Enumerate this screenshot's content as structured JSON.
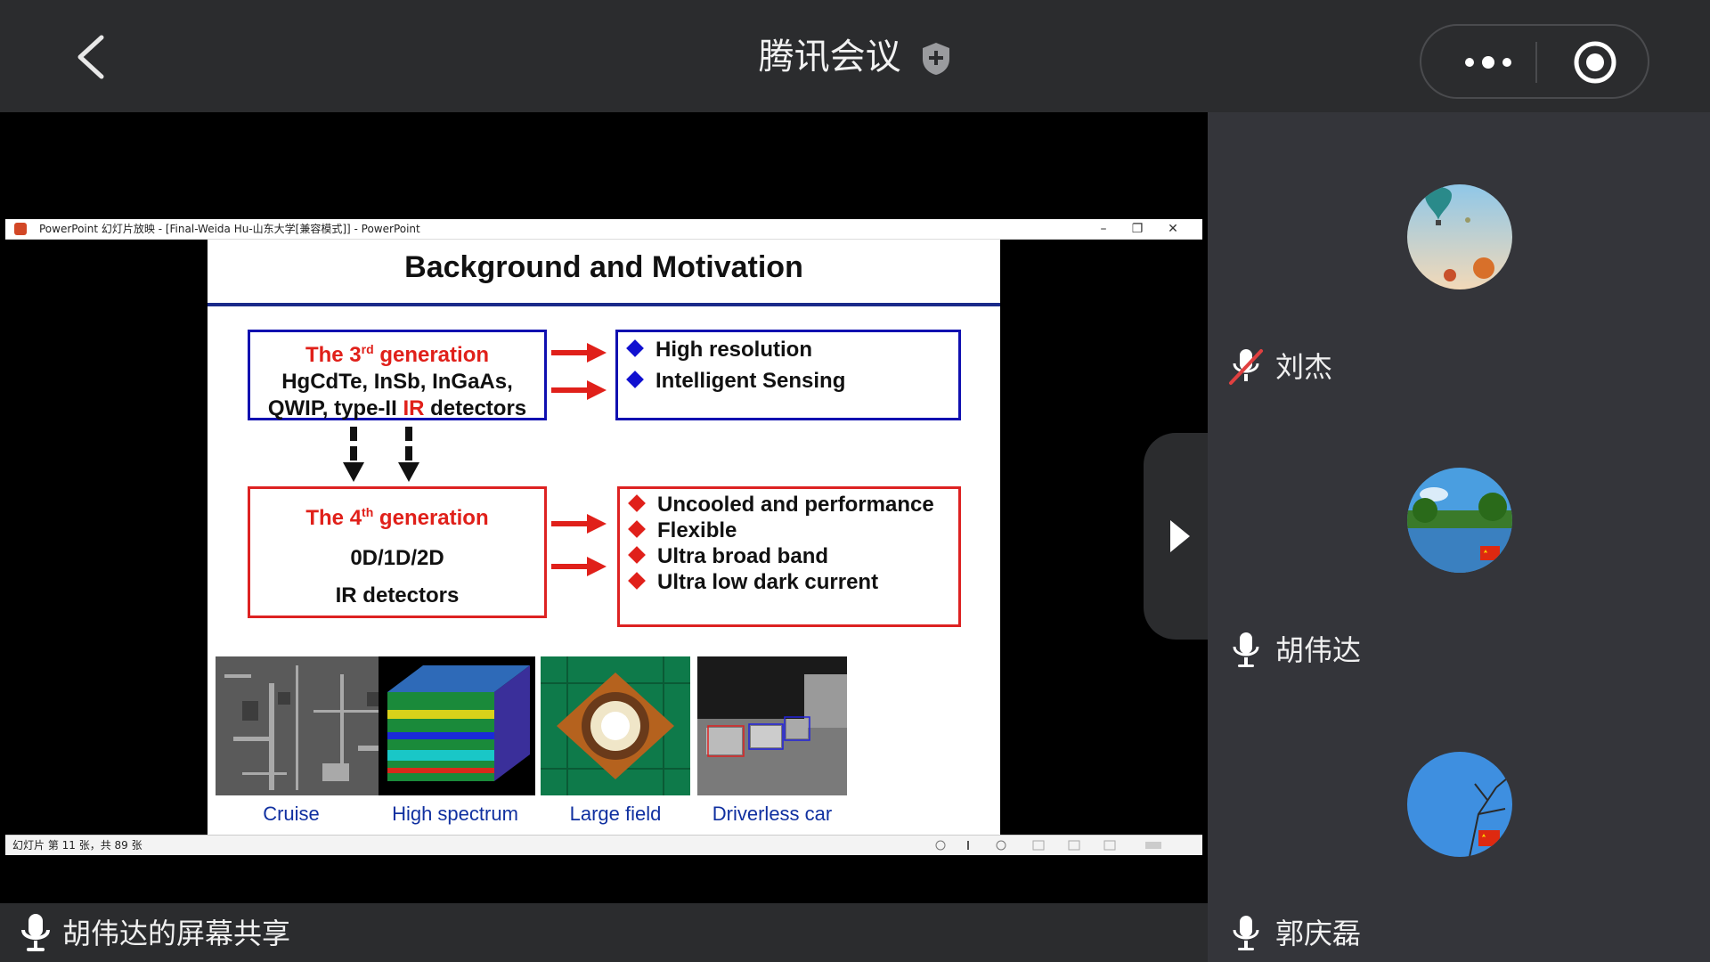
{
  "app": {
    "title": "腾讯会议",
    "icons": {
      "back": "chevron-left-icon",
      "security": "shield-plus-icon",
      "more": "more-dots-icon",
      "record": "record-icon"
    }
  },
  "ppt_window": {
    "title": "PowerPoint 幻灯片放映 - [Final-Weida Hu-山东大学[兼容模式]] - PowerPoint",
    "status": "幻灯片 第 11 张，共 89 张"
  },
  "slide": {
    "title": "Background and Motivation",
    "gen3": {
      "line1_a": "The 3",
      "line1_sup": "rd",
      "line1_b": " generation",
      "line2": "HgCdTe, InSb, InGaAs,",
      "line3_a": "QWIP, type-II ",
      "line3_ir": "IR",
      "line3_b": " detectors"
    },
    "gen4": {
      "line1_a": "The 4",
      "line1_sup": "th",
      "line1_b": " generation",
      "line2": "0D/1D/2D",
      "line3": "IR detectors"
    },
    "out1": [
      "High resolution",
      "Intelligent Sensing"
    ],
    "out2": [
      "Uncooled and performance",
      "Flexible",
      "Ultra broad band",
      "Ultra low dark current"
    ],
    "captions": [
      "Cruise",
      "High spectrum",
      "Large field",
      "Driverless car"
    ]
  },
  "share": {
    "label": "胡伟达的屏幕共享"
  },
  "participants": [
    {
      "name": "刘杰",
      "mic": "muted"
    },
    {
      "name": "胡伟达",
      "mic": "on"
    },
    {
      "name": "郭庆磊",
      "mic": "on"
    }
  ]
}
